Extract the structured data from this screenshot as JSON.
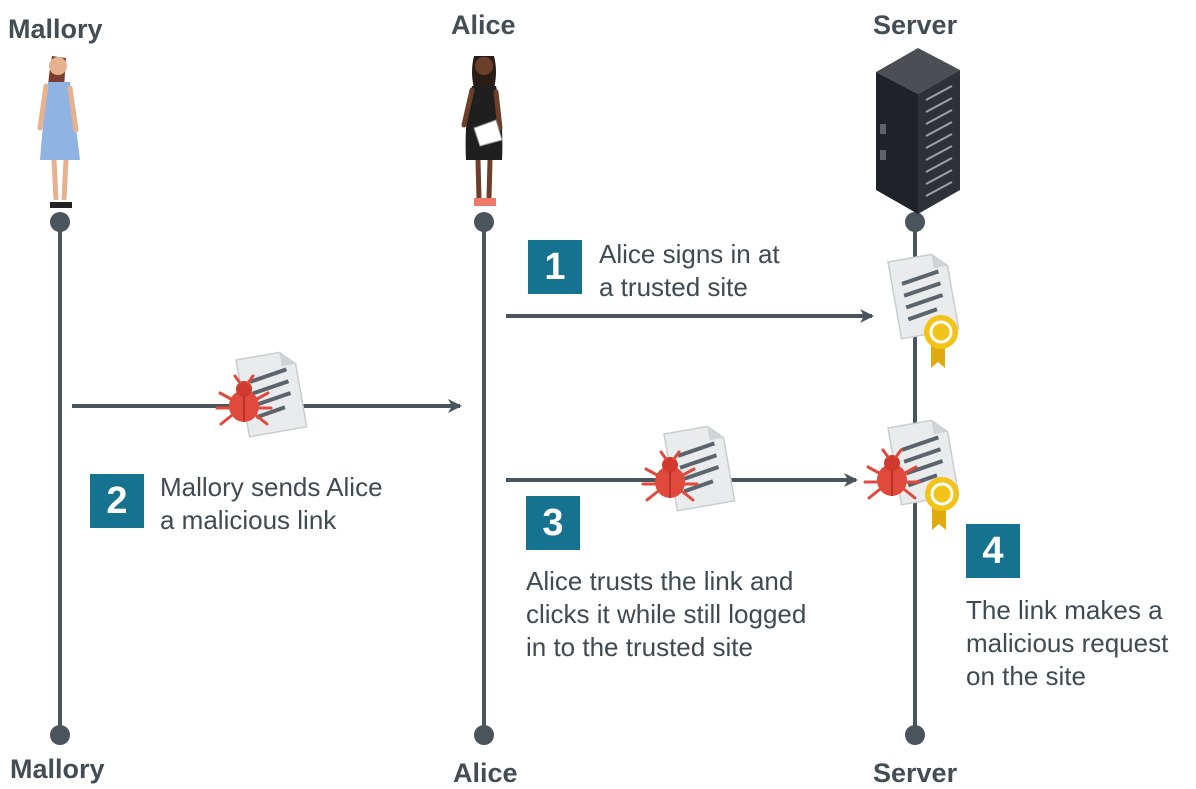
{
  "actors": {
    "mallory": {
      "top_label": "Mallory",
      "bottom_label": "Mallory"
    },
    "alice": {
      "top_label": "Alice",
      "bottom_label": "Alice"
    },
    "server": {
      "top_label": "Server",
      "bottom_label": "Server"
    }
  },
  "steps": [
    {
      "number": "1",
      "lines": [
        "Alice signs in at",
        "a trusted site"
      ]
    },
    {
      "number": "2",
      "lines": [
        "Mallory sends Alice",
        "a malicious link"
      ]
    },
    {
      "number": "3",
      "lines": [
        "Alice trusts the link and",
        "clicks it while still logged",
        "in to the trusted site"
      ]
    },
    {
      "number": "4",
      "lines": [
        "The link makes a",
        "malicious request",
        "on the site"
      ]
    }
  ],
  "colors": {
    "lifeline": "#4a545d",
    "badge": "#16738f",
    "bug": "#e04a3c",
    "seal": "#f2c318",
    "document": "#e8eaeb"
  },
  "icons": [
    "woman-icon",
    "server-rack-icon",
    "document-icon",
    "bug-icon",
    "certificate-seal-icon",
    "arrow-icon"
  ]
}
